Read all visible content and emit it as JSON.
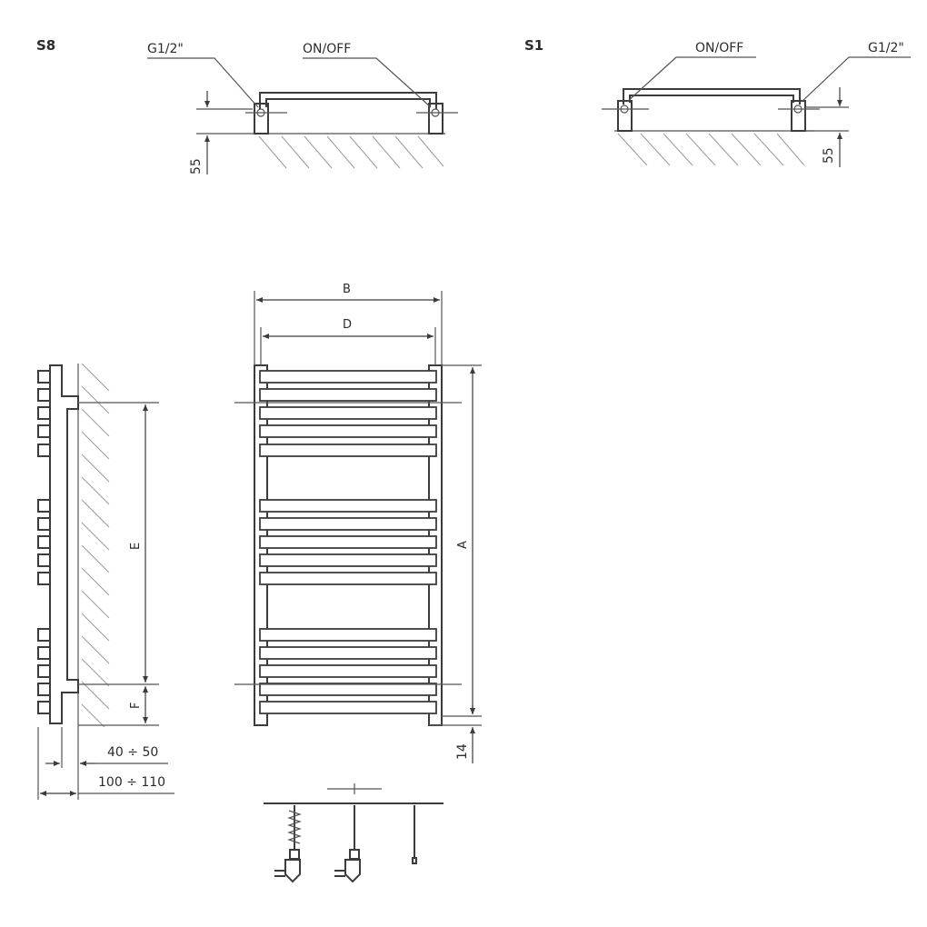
{
  "variants": {
    "s8": {
      "title": "S8",
      "left_label": "G1/2\"",
      "right_label": "ON/OFF",
      "dim": "55"
    },
    "s1": {
      "title": "S1",
      "left_label": "ON/OFF",
      "right_label": "G1/2\"",
      "dim": "55"
    }
  },
  "front_view": {
    "dim_b": "B",
    "dim_d": "D",
    "dim_a": "A",
    "dim_bottom": "14"
  },
  "side_view": {
    "dim_e": "E",
    "dim_f": "F",
    "dim_depth_inner": "40 ÷ 50",
    "dim_depth_outer": "100 ÷ 110"
  }
}
